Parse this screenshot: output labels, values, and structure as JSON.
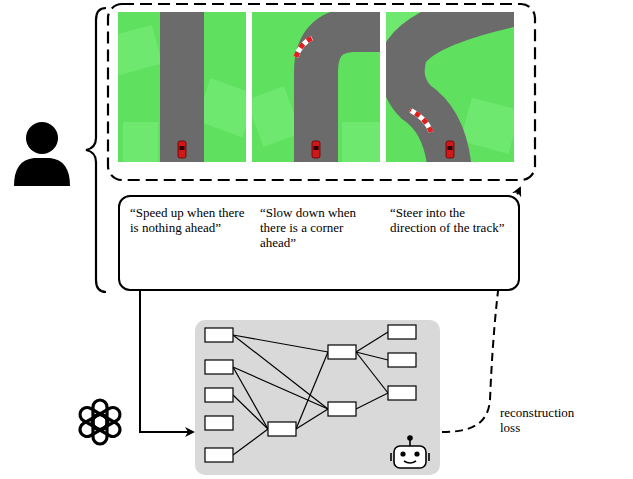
{
  "diagram": {
    "nodes": [
      {
        "text": [
          "“Speed up when there is nothing ahead”",
          "“Slow down when there is a corner ahead”",
          "“Steer into the direction of the track”"
        ]
      }
    ],
    "labels": [
      "reconstruction loss"
    ]
  }
}
